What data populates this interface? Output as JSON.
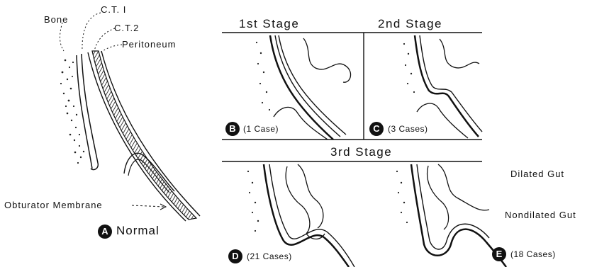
{
  "panel_a": {
    "labels": {
      "bone": "Bone",
      "ct1": "C.T. I",
      "ct2": "C.T.2",
      "peritoneum": "Peritoneum",
      "obturator": "Obturator Membrane"
    },
    "badge": "A",
    "caption": "Normal"
  },
  "stages": {
    "first": "1st Stage",
    "second": "2nd Stage",
    "third": "3rd Stage"
  },
  "panels": {
    "b": {
      "badge": "B",
      "cases": "(1 Case)"
    },
    "c": {
      "badge": "C",
      "cases": "(3 Cases)"
    },
    "d": {
      "badge": "D",
      "cases": "(21 Cases)"
    },
    "e": {
      "badge": "E",
      "cases": "(18 Cases)"
    }
  },
  "gut_labels": {
    "dilated": "Dilated Gut",
    "nondilated": "Nondilated Gut"
  }
}
